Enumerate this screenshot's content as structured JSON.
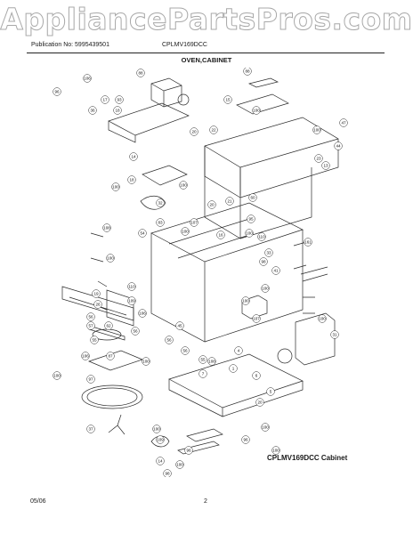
{
  "watermark": "AppliancePartsPros.com",
  "header": {
    "publication": "Publication No: 5995439501",
    "model": "CPLMV169DCC"
  },
  "section_title": "OVEN,CABINET",
  "caption": "CPLMV169DCC Cabinet",
  "footer": {
    "date": "05/06",
    "page": "2"
  },
  "callouts": [
    "106",
    "96",
    "17",
    "93",
    "18",
    "36",
    "88",
    "88",
    "15",
    "100",
    "47",
    "20",
    "22",
    "100",
    "44",
    "23",
    "13",
    "14",
    "18",
    "100",
    "32",
    "100",
    "83",
    "54",
    "100",
    "107",
    "20",
    "21",
    "60",
    "95",
    "100",
    "16",
    "108",
    "100",
    "110",
    "33",
    "98",
    "19",
    "26",
    "56",
    "57",
    "110",
    "109",
    "106",
    "56",
    "62",
    "55",
    "87",
    "100",
    "106",
    "161",
    "100",
    "41",
    "100",
    "107",
    "100",
    "31",
    "45",
    "56",
    "56",
    "55",
    "100",
    "108",
    "4",
    "1",
    "6",
    "97",
    "37",
    "7",
    "100",
    "109",
    "14",
    "98",
    "100",
    "96",
    "96",
    "100",
    "20",
    "5",
    "100"
  ]
}
